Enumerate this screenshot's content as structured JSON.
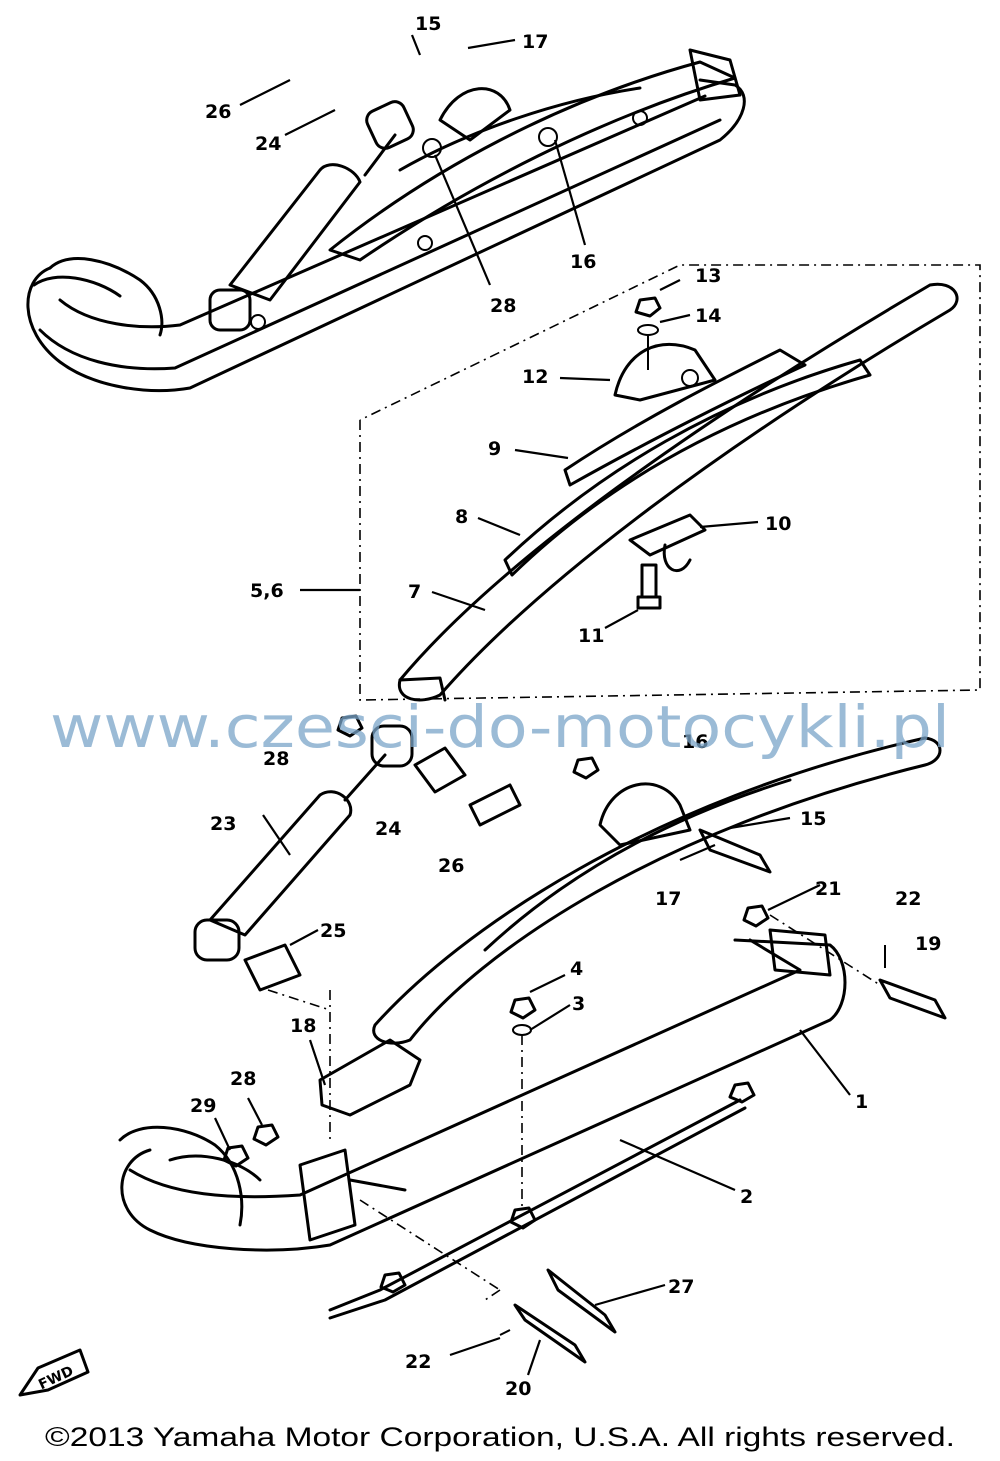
{
  "diagram": {
    "watermark": "www.czesci-do-motocykli.pl",
    "copyright": "©2013 Yamaha Motor Corporation, U.S.A. All rights reserved.",
    "fwd_badge": "FWD",
    "callouts": {
      "c15a": "15",
      "c17a": "17",
      "c26a": "26",
      "c24a": "24",
      "c16a": "16",
      "c28a": "28",
      "c13": "13",
      "c14": "14",
      "c12": "12",
      "c9": "9",
      "c8": "8",
      "c10": "10",
      "c56": "5,6",
      "c7": "7",
      "c11": "11",
      "c28b": "28",
      "c16b": "16",
      "c23": "23",
      "c24b": "24",
      "c26b": "26",
      "c15b": "15",
      "c17b": "17",
      "c21": "21",
      "c22a": "22",
      "c19": "19",
      "c25": "25",
      "c4": "4",
      "c3": "3",
      "c18": "18",
      "c1": "1",
      "c28c": "28",
      "c29": "29",
      "c2": "2",
      "c27": "27",
      "c22b": "22",
      "c20": "20"
    }
  }
}
